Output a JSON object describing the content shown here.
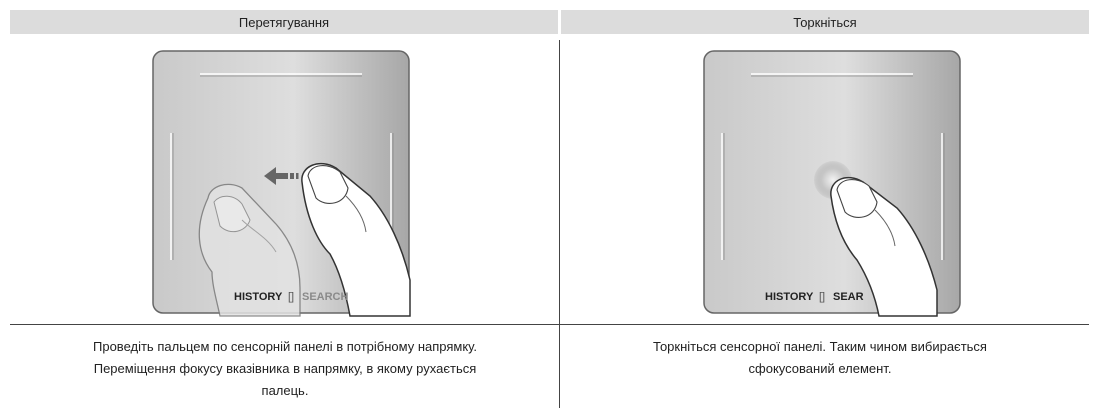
{
  "columns": [
    {
      "header": "Перетягування",
      "description": [
        "Проведіть пальцем по сенсорній панелі в потрібному напрямку.",
        "Переміщення фокусу вказівника в напрямку, в якому рухається",
        "палець."
      ]
    },
    {
      "header": "Торкніться",
      "description": [
        "Торкніться сенсорної панелі. Таким чином вибирається",
        "сфокусований елемент."
      ]
    }
  ],
  "touchpad": {
    "label_history": "HISTORY",
    "label_search": "SEARCH",
    "label_search_cropped": "SEAR"
  }
}
